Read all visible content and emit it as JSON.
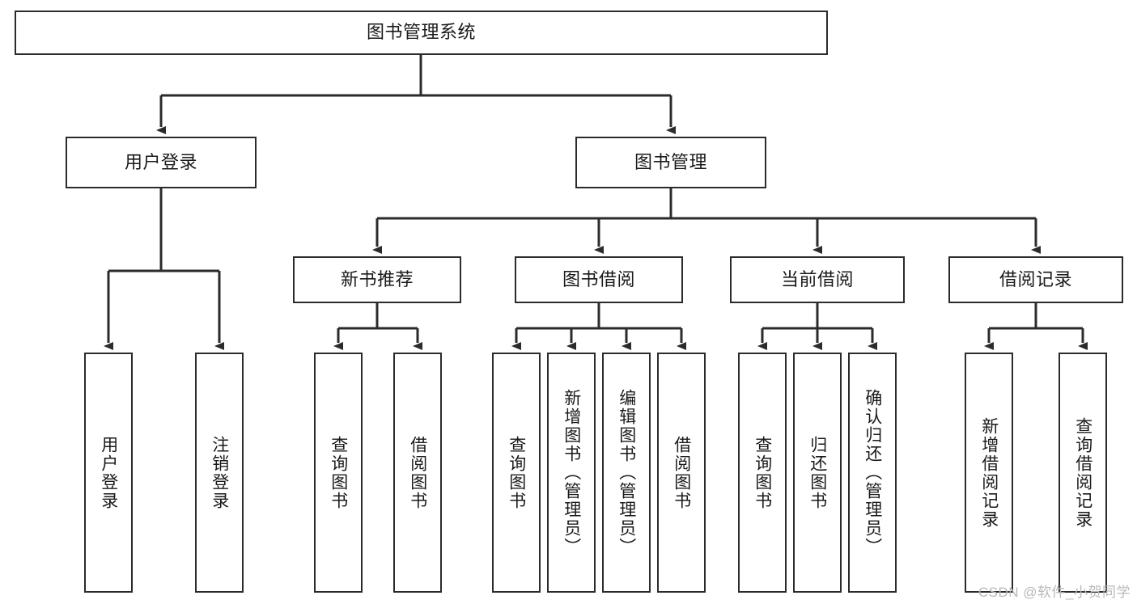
{
  "diagram": {
    "type": "hierarchy-tree",
    "title": "图书管理系统",
    "watermark": "CSDN @软件_小贺同学",
    "colors": {
      "box_border": "#2b2b2b",
      "box_fill": "#ffffff",
      "connector": "#2b2b2b",
      "text": "#1a1a1a",
      "watermark": "#b9b9b9"
    },
    "nodes": {
      "root": {
        "label": "图书管理系统",
        "level": 0
      },
      "user_login": {
        "label": "用户登录",
        "level": 1
      },
      "book_manage": {
        "label": "图书管理",
        "level": 1
      },
      "new_book_rec": {
        "label": "新书推荐",
        "level": 2
      },
      "book_borrow": {
        "label": "图书借阅",
        "level": 2
      },
      "current_borrow": {
        "label": "当前借阅",
        "level": 2
      },
      "borrow_record": {
        "label": "借阅记录",
        "level": 2
      },
      "leaf_user_login": {
        "label": "用户登录",
        "level": 3
      },
      "leaf_logout": {
        "label": "注销登录",
        "level": 3
      },
      "leaf_query_book_1": {
        "label": "查询图书",
        "level": 3
      },
      "leaf_borrow_book_1": {
        "label": "借阅图书",
        "level": 3
      },
      "leaf_query_book_2": {
        "label": "查询图书",
        "level": 3
      },
      "leaf_add_book": {
        "label": "新增图书（管理员）",
        "level": 3
      },
      "leaf_edit_book": {
        "label": "编辑图书（管理员）",
        "level": 3
      },
      "leaf_borrow_book_2": {
        "label": "借阅图书",
        "level": 3
      },
      "leaf_query_book_3": {
        "label": "查询图书",
        "level": 3
      },
      "leaf_return_book": {
        "label": "归还图书",
        "level": 3
      },
      "leaf_confirm_return": {
        "label": "确认归还（管理员）",
        "level": 3
      },
      "leaf_add_record": {
        "label": "新增借阅记录",
        "level": 3
      },
      "leaf_query_record": {
        "label": "查询借阅记录",
        "level": 3
      }
    }
  }
}
